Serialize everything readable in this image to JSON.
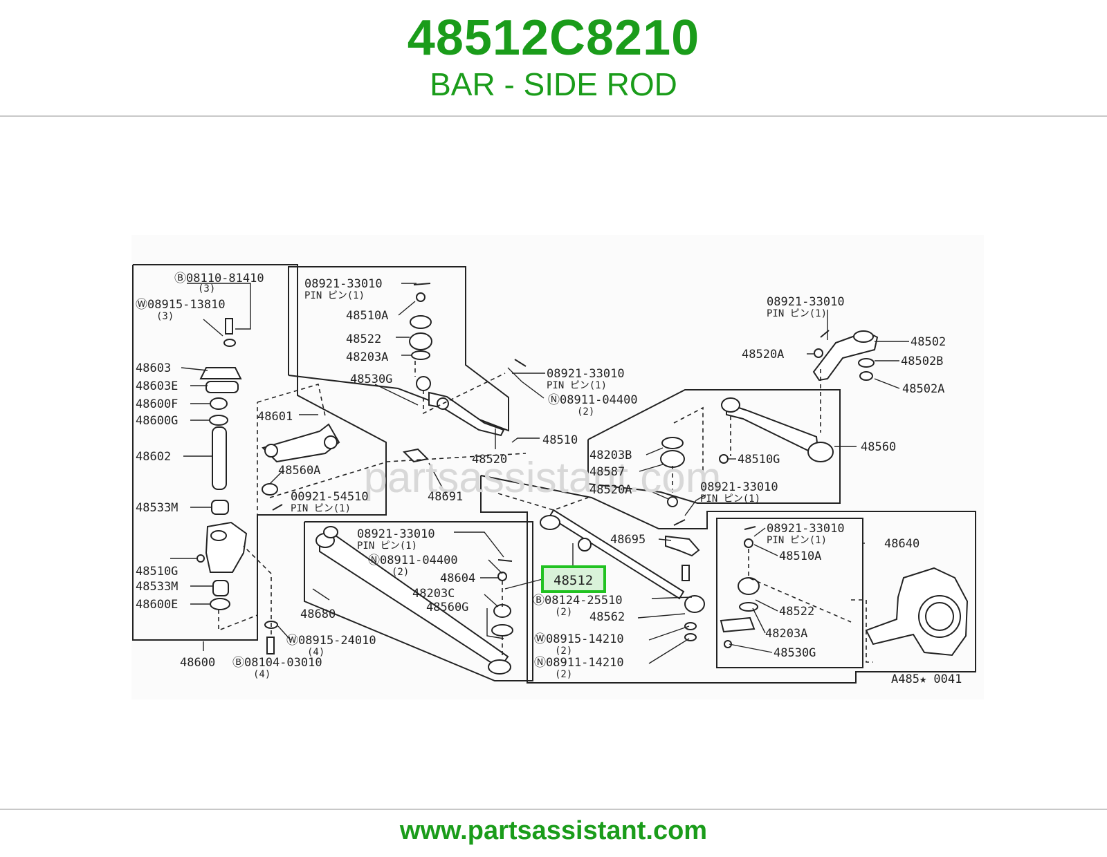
{
  "header": {
    "part_number": "48512C8210",
    "part_name": "BAR - SIDE ROD"
  },
  "footer": {
    "website": "www.partsassistant.com"
  },
  "diagram": {
    "watermark": "partsassistant.com",
    "ref_code": "A485★ 0041",
    "highlighted_part": "48512",
    "labels": [
      "Ⓑ08110-81410",
      "(3)",
      "Ⓦ08915-13810",
      "(3)",
      "48603",
      "48603E",
      "48600F",
      "48600G",
      "48602",
      "48533M",
      "48510G",
      "48533M",
      "48600E",
      "48600",
      "Ⓑ08104-03010",
      "(4)",
      "Ⓦ08915-24010",
      "(4)",
      "08921-33010",
      "PIN ピン(1)",
      "48510A",
      "48522",
      "48203A",
      "48530G",
      "48601",
      "48560A",
      "00921-54510",
      "PIN ピン(1)",
      "08921-33010",
      "PIN ピン(1)",
      "Ⓝ08911-04400",
      "(2)",
      "48510",
      "48520",
      "48691",
      "08921-33010",
      "PIN ピン(1)",
      "Ⓝ08911-04400",
      "(2)",
      "48604",
      "48203C",
      "48560G",
      "48680",
      "08921-33010",
      "PIN ピン(1)",
      "48520A",
      "48502",
      "48502B",
      "48502A",
      "48560",
      "48203B",
      "48587",
      "48510G",
      "48520A",
      "08921-33010",
      "PIN ピン(1)",
      "48695",
      "Ⓑ08124-25510",
      "(2)",
      "48562",
      "Ⓦ08915-14210",
      "(2)",
      "Ⓝ08911-14210",
      "(2)",
      "08921-33010",
      "PIN ピン(1)",
      "48640",
      "48510A",
      "48522",
      "48203A",
      "48530G"
    ]
  }
}
